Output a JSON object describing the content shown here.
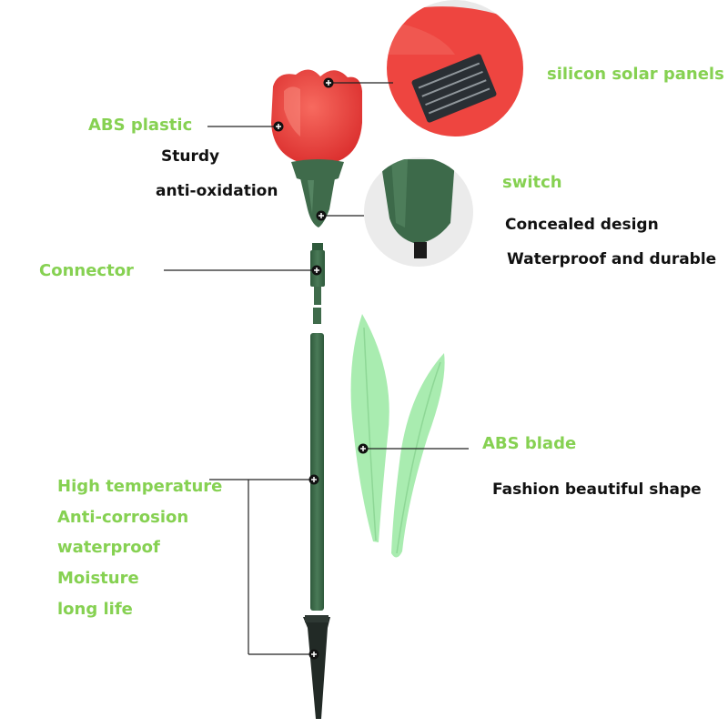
{
  "colors": {
    "accent_green": "#86d152",
    "text_dark": "#111111",
    "flower_red": "#ec3e3a",
    "stem_green": "#3f6b4b",
    "leaf_green": "#a9ecb0",
    "leader_line": "#222222"
  },
  "icons": [
    "marker-plus-icon"
  ],
  "labels": {
    "solar": "silicon solar panels",
    "abs_plastic": "ABS plastic",
    "sturdy": "Sturdy",
    "anti_oxidation": "anti-oxidation",
    "switch": "switch",
    "concealed": "Concealed design",
    "waterproof_durable": "Waterproof and durable",
    "connector": "Connector",
    "abs_blade": "ABS blade",
    "fashion": "Fashion beautiful shape",
    "high_temp": "High temperature",
    "anti_corrosion": "Anti-corrosion",
    "waterproof": "waterproof",
    "moisture": "Moisture",
    "long_life": "long life"
  }
}
